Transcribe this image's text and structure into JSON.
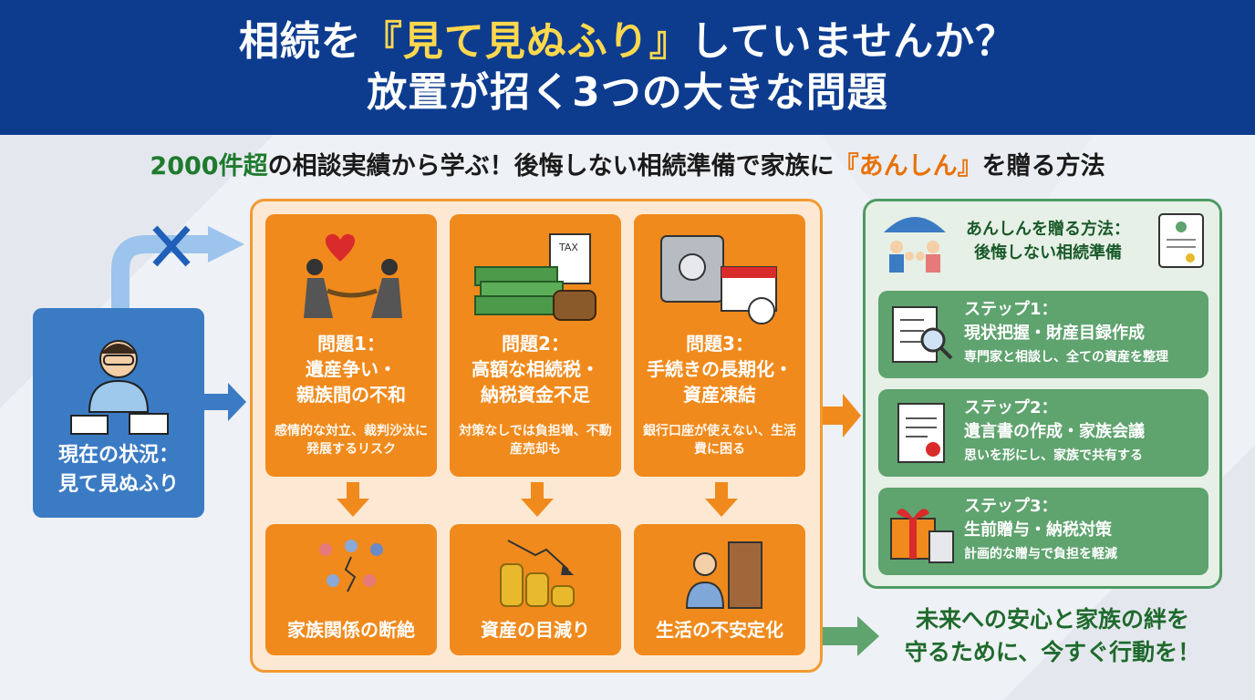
{
  "header": {
    "line1_pre": "相続を",
    "line1_highlight": "『見て見ぬふり』",
    "line1_post": "していませんか？",
    "line2": "放置が招く3つの大きな問題"
  },
  "subtitle": {
    "green": "2000件超",
    "mid": "の相談実績から学ぶ！後悔しない相続準備で家族に",
    "orange": "『あんしん』",
    "end": "を贈る方法"
  },
  "current": {
    "label_line1": "現在の状況：",
    "label_line2": "見て見ぬふり"
  },
  "problems": [
    {
      "title_line1": "問題1：",
      "title_line2": "遺産争い・",
      "title_line3": "親族間の不和",
      "desc": "感情的な対立、裁判沙汰に発展するリスク",
      "result": "家族関係の断絶"
    },
    {
      "title_line1": "問題2：",
      "title_line2": "高額な相続税・",
      "title_line3": "納税資金不足",
      "desc": "対策なしでは負担増、不動産売却も",
      "result": "資産の目減り"
    },
    {
      "title_line1": "問題3：",
      "title_line2": "手続きの長期化・",
      "title_line3": "資産凍結",
      "desc": "銀行口座が使えない、生活費に困る",
      "result": "生活の不安定化"
    }
  ],
  "tax_label": "TAX",
  "solution": {
    "title_line1": "あんしんを贈る方法：",
    "title_line2": "後悔しない相続準備",
    "steps": [
      {
        "label": "ステップ1：",
        "title": "現状把握・財産目録作成",
        "desc": "専門家と相談し、全ての資産を整理"
      },
      {
        "label": "ステップ2：",
        "title": "遺言書の作成・家族会議",
        "desc": "思いを形にし、家族で共有する"
      },
      {
        "label": "ステップ3：",
        "title": "生前贈与・納税対策",
        "desc": "計画的な贈与で負担を軽減"
      }
    ]
  },
  "closing": {
    "line1": "未来への安心と家族の絆を",
    "line2": "守るために、今すぐ行動を！"
  },
  "colors": {
    "header_bg": "#0d3c8f",
    "highlight": "#ffd84d",
    "orange": "#f08a1c",
    "green": "#5fa36e",
    "blue": "#3b7bc4"
  }
}
